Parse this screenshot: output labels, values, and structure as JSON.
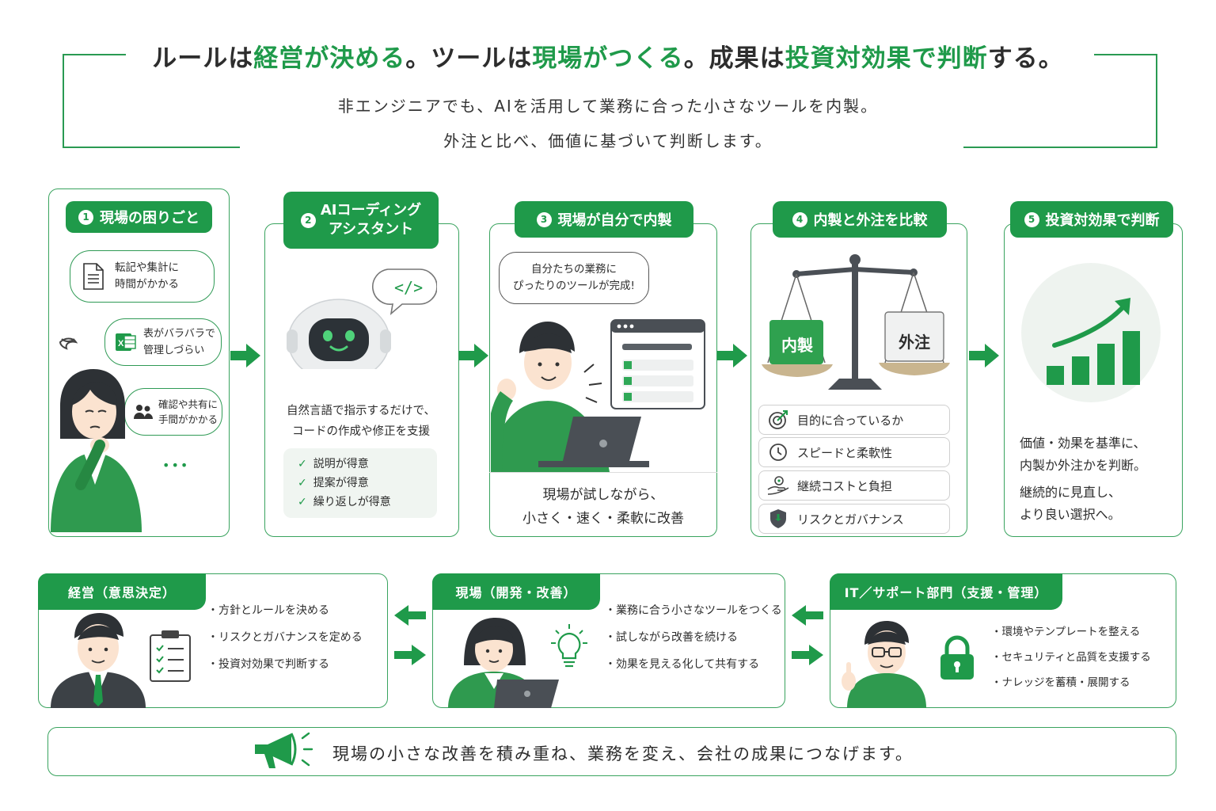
{
  "header": {
    "headline_parts": [
      "ルールは",
      "経営が決める",
      "。ツールは",
      "現場がつくる",
      "。成果は",
      "投資対効果で判断",
      "する。"
    ],
    "sub1": "非エンジニアでも、AIを活用して業務に合った小さなツールを内製。",
    "sub2": "外注と比べ、価値に基づいて判断します。"
  },
  "steps": [
    {
      "num": "1",
      "title": "現場の困りごと",
      "bubbles": [
        "転記や集計に\n時間がかかる",
        "表がバラバラで\n管理しづらい",
        "確認や共有に\n手間がかかる"
      ],
      "more": "•••"
    },
    {
      "num": "2",
      "title": "AIコーディング\nアシスタント",
      "desc": "自然言語で指示するだけで、\nコードの作成や修正を支援",
      "checks": [
        "説明が得意",
        "提案が得意",
        "繰り返しが得意"
      ],
      "code_symbol": "</>"
    },
    {
      "num": "3",
      "title": "現場が自分で内製",
      "bubble": "自分たちの業務に\nぴったりのツールが完成!",
      "desc": "現場が試しながら、\n小さく・速く・柔軟に改善"
    },
    {
      "num": "4",
      "title": "内製と外注を比較",
      "left_weight": "内製",
      "right_weight": "外注",
      "criteria": [
        "目的に合っているか",
        "スピードと柔軟性",
        "継続コストと負担",
        "リスクとガバナンス"
      ]
    },
    {
      "num": "5",
      "title": "投資対効果で判断",
      "desc1": "価値・効果を基準に、\n内製か外注かを判断。",
      "desc2": "継続的に見直し、\nより良い選択へ。"
    }
  ],
  "roles": [
    {
      "title": "経営（意思決定）",
      "items": [
        "方針とルールを決める",
        "リスクとガバナンスを定める",
        "投資対効果で判断する"
      ]
    },
    {
      "title": "現場（開発・改善）",
      "items": [
        "業務に合う小さなツールをつくる",
        "試しながら改善を続ける",
        "効果を見える化して共有する"
      ]
    },
    {
      "title": "IT／サポート部門（支援・管理）",
      "items": [
        "環境やテンプレートを整える",
        "セキュリティと品質を支援する",
        "ナレッジを蓄積・展開する"
      ]
    }
  ],
  "footer": {
    "text": "現場の小さな改善を積み重ね、業務を変え、会社の成果につなげます。"
  },
  "colors": {
    "accent": "#1f9a4a",
    "border": "#39a35e",
    "dark": "#4a4f55"
  }
}
